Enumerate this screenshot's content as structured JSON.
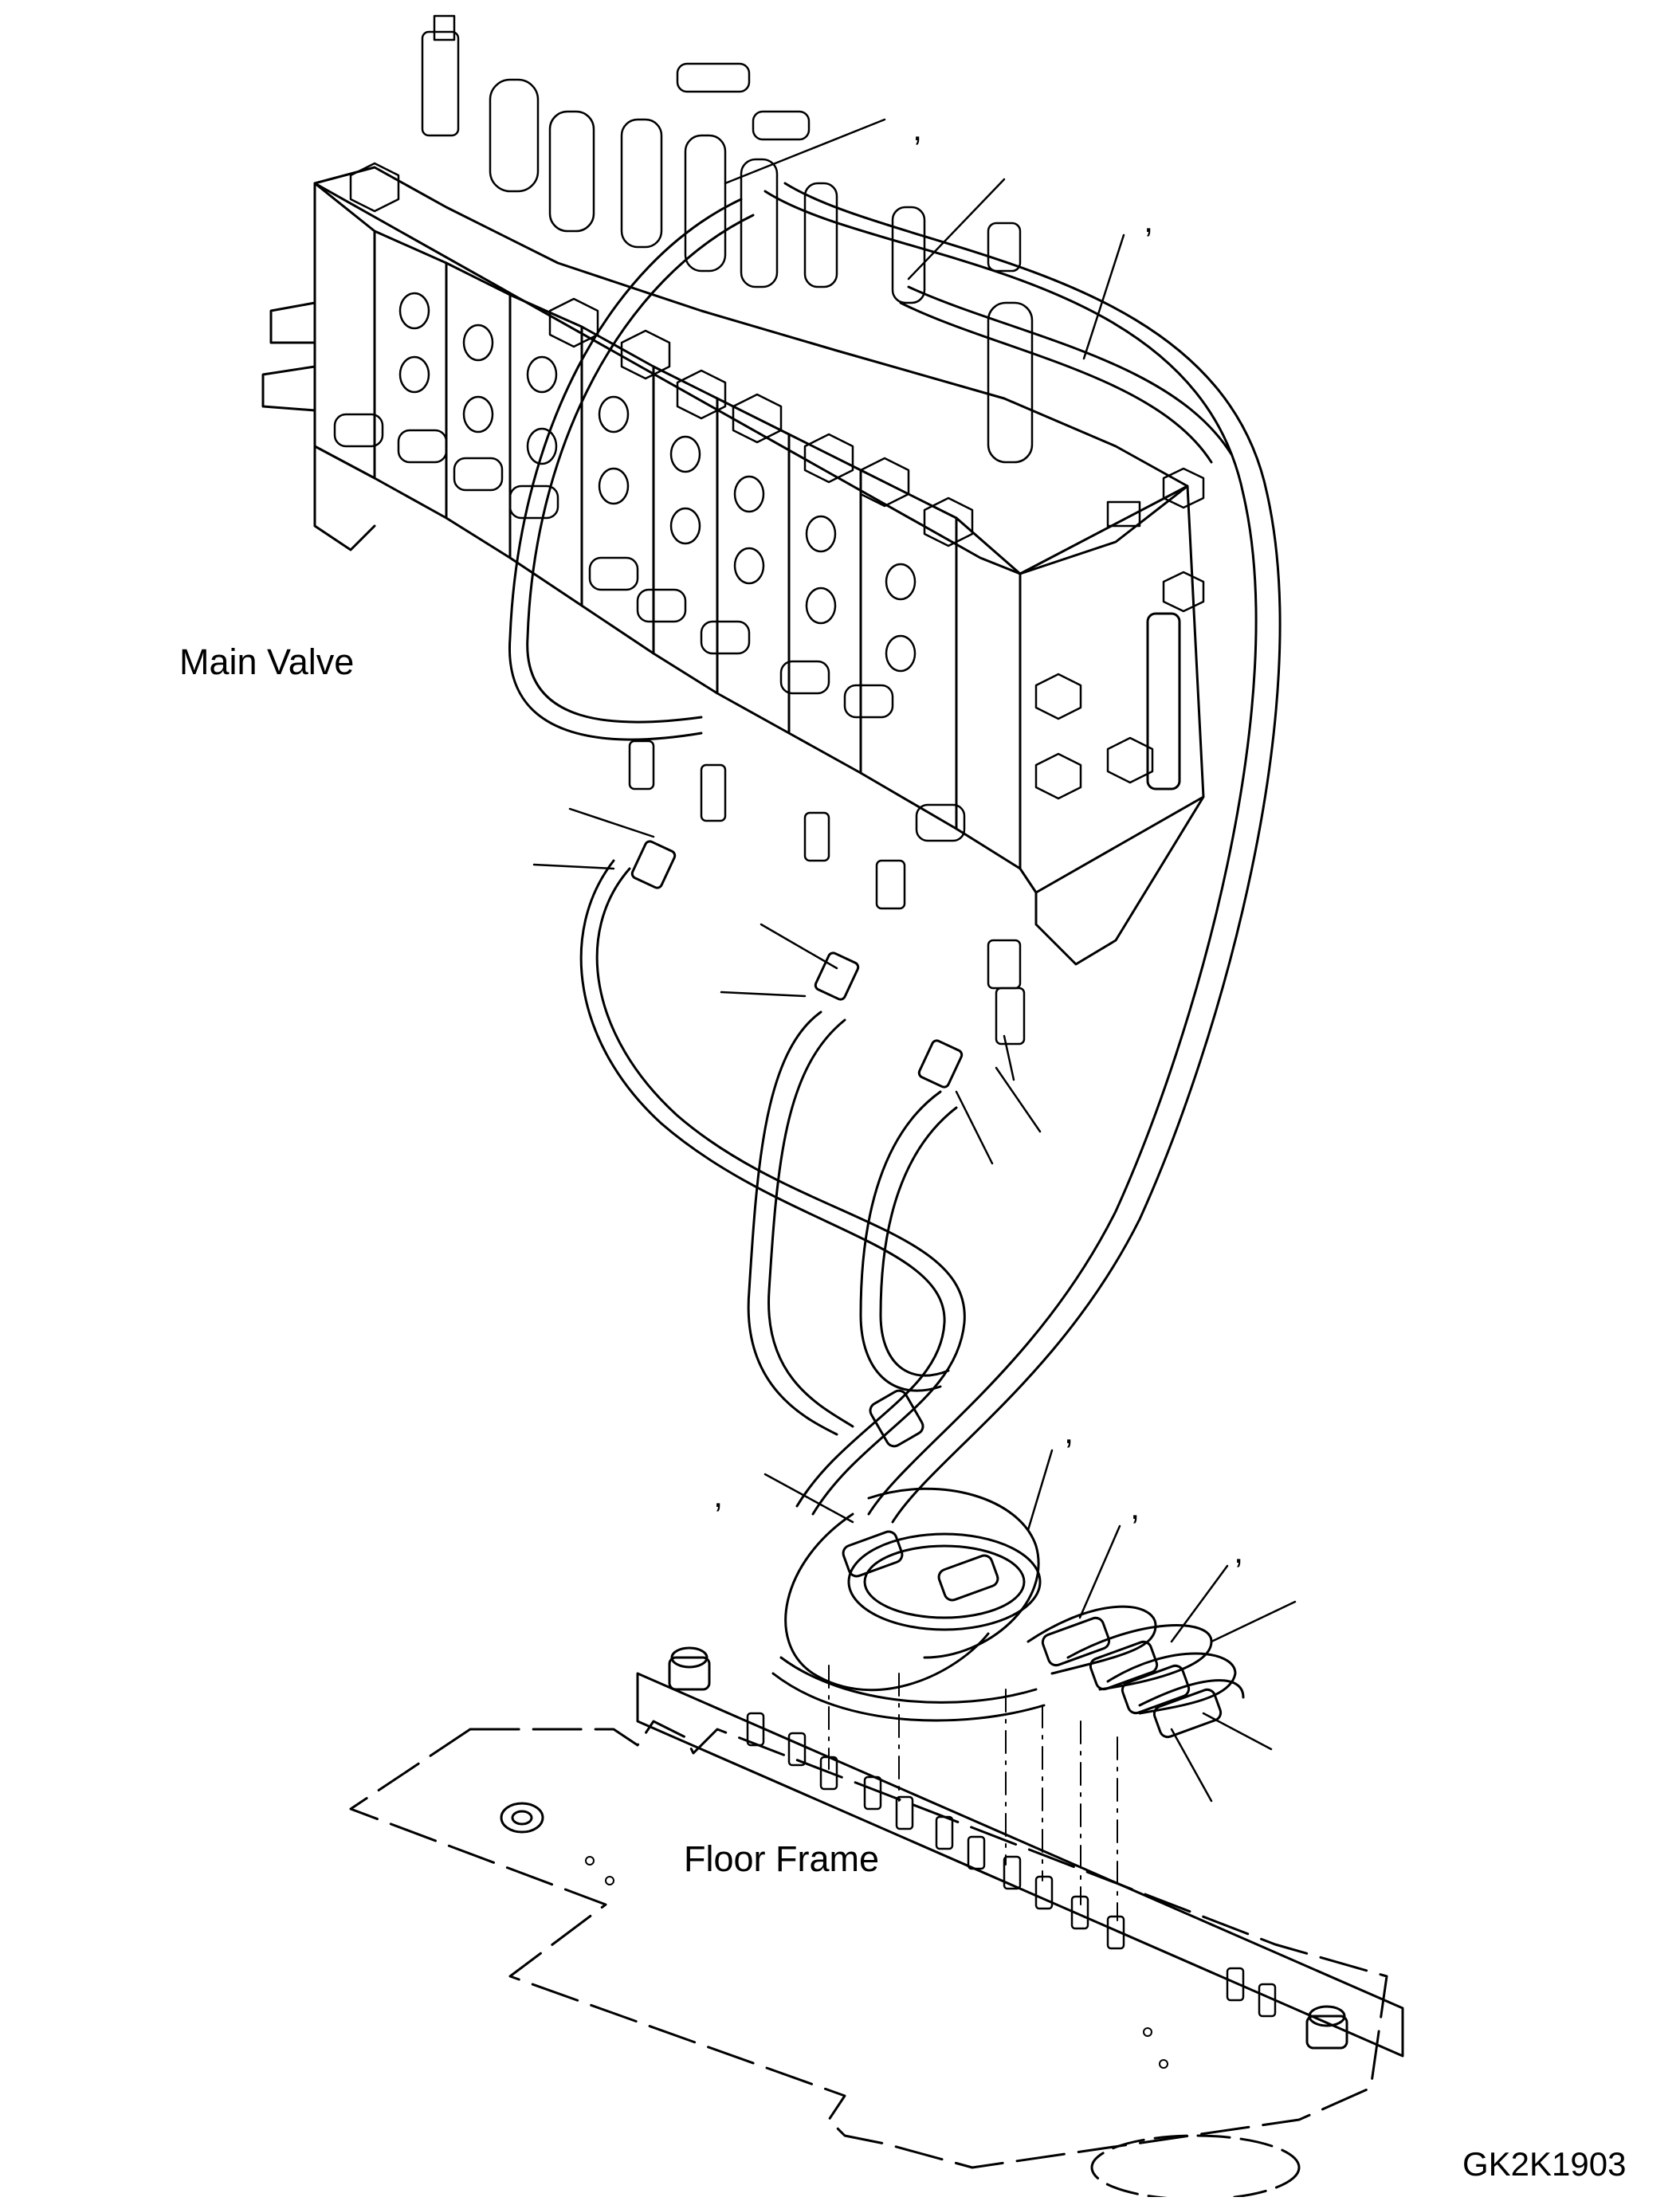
{
  "labels": {
    "main_valve": "Main Valve",
    "floor_frame": "Floor Frame",
    "drawing_code": "GK2K1903"
  },
  "callout_commas": [
    ",",
    ",",
    ",",
    ",",
    ",",
    ","
  ],
  "colors": {
    "line": "#000000",
    "background": "#ffffff"
  }
}
